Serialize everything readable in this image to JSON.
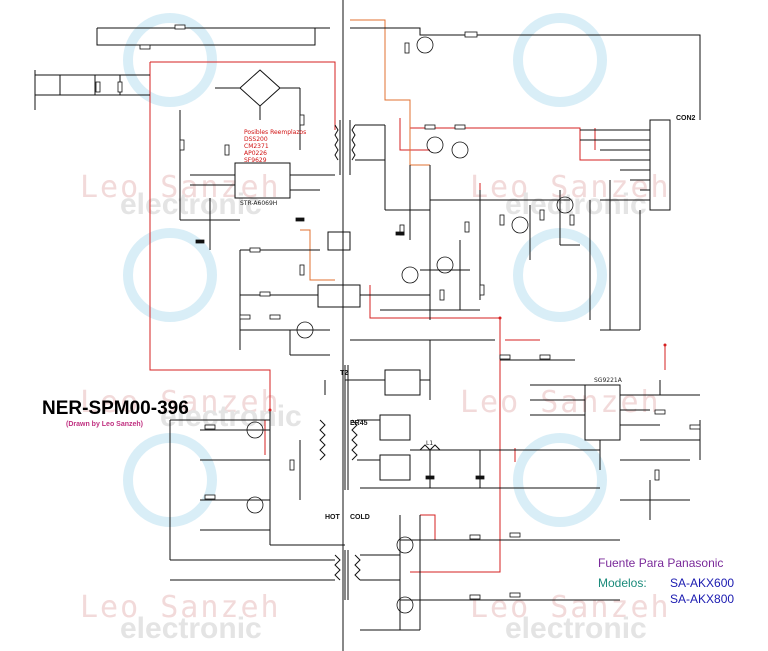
{
  "watermarks": {
    "author": "Leo Sanzeh",
    "brand": "electronic"
  },
  "title": {
    "main": "NER-SPM00-396",
    "drawn_by": "(Drawn by Leo Sanzeh)"
  },
  "caption": {
    "fuente": "Fuente Para Panasonic",
    "modelos_label": "Modelos:",
    "model_1": "SA-AKX600",
    "model_2": "SA-AKX800"
  },
  "labels": {
    "con2": "CON2",
    "t2": "T2",
    "t2_er": "ER45",
    "hot": "HOT",
    "cold": "COLD",
    "l1": "L1",
    "ic_main": "SG9221A",
    "ic_primary": "STR-A6069H",
    "primary_note_lines": [
      "Posibles Reemplazos",
      "DSS200",
      "CM2371",
      "AP0226",
      "SF9629"
    ]
  },
  "colors": {
    "wire": "#111111",
    "red_trace": "#d62020",
    "orange_trace": "#e07030",
    "watermark_text": "#f2dada",
    "watermark_brand": "#e4e4e4",
    "fuente": "#7a2a9a",
    "modelos": "#1a8a7a",
    "models": "#1a1ab0"
  }
}
